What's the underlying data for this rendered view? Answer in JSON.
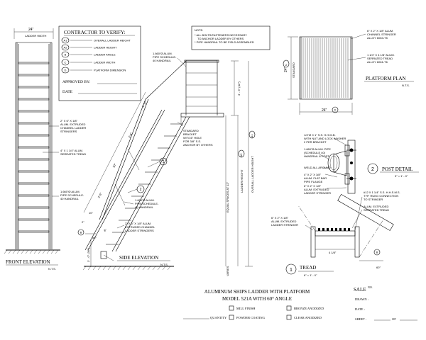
{
  "verify_box": {
    "title": "CONTRACTOR TO VERIFY:",
    "items": [
      {
        "tag": "A1",
        "label": "OVERALL LADDER HEIGHT"
      },
      {
        "tag": "A2",
        "label": "LADDER HEIGHT"
      },
      {
        "tag": "B",
        "label": "LADDER ANGLE"
      },
      {
        "tag": "C",
        "label": "LADDER WIDTH"
      },
      {
        "tag": "D",
        "label": "PLATFORM DIMENSION"
      }
    ],
    "approved_label": "APPROVED BY:",
    "date_label": "DATE"
  },
  "note": {
    "title": "NOTE:",
    "lines": [
      "* ALL BOLTS/FASTENERS NECESSARY",
      "TO ANCHOR LADDER BY OTHERS",
      "* PIPE HANDRAIL TO BE FIELD ASSEMBLED"
    ]
  },
  "front_elevation": {
    "title": "FRONT ELEVATION",
    "scale": "N.T.S.",
    "width_dim": "24\"",
    "ladder_width_label": "LADDER WIDTH",
    "callouts": [
      "2\" X 6\" X 1/8\"",
      "ALUM. EXTRUDED",
      "CHANNEL LADDER",
      "STRINGERS",
      "4\" X 1 1/4\" ALUM.",
      "SERRATED TREAD",
      "1.660\"Ø ALUM.",
      "PIPE SCHEDULE-",
      "40 HANDRAIL"
    ]
  },
  "side_elevation": {
    "title": "SIDE ELEVATION",
    "scale": "N.T.S.",
    "top_callout": [
      "1.660\"Ø ALUM.",
      "PIPE SCHEDULE-",
      "40 HANDRAIL"
    ],
    "bracket_callout": [
      "STANDARD",
      "BRACKET",
      "W/7/16\" HOLE",
      "FOR 3/8\" S.S.",
      "ANCHOR BY OTHERS"
    ],
    "mid_callout": [
      "1.660\"Ø ALUM.",
      "PIPE SCHEDULE-",
      "40 HANDRAIL"
    ],
    "bottom_callout": [
      "2\" X 6\" X 1/8\" ALUM.",
      "EXTRUDED CHANNEL",
      "LADDER STRINGERS"
    ],
    "dims": {
      "top_rail": "3' - 6\" (42\")",
      "equal_spaces": "EQUAL SPACES AT 12\"",
      "ladder_height": "LADDER HEIGHT",
      "overall_height": "OVERALL LADDER HEIGHT",
      "varies": "VARIES",
      "bottom": "3' - 0\" (36\")",
      "diag_top": "1'-10\"",
      "diag_a": "2'-6\"",
      "diag_b": "30\"",
      "diag_c": "3'-6\"",
      "angle": "60°",
      "tread_run": "2\"",
      "base_a": "10\"",
      "base_b": "8\""
    },
    "tags": {
      "detail1": "1",
      "detail2": "2",
      "angle": "B",
      "ladder_height": "A2",
      "overall": "A1"
    }
  },
  "platform_plan": {
    "title": "PLATFORM PLAN",
    "scale": "N.T.S.",
    "callout_top": [
      "6\" X 2\" X 1/8\" ALUM.",
      "CHANNEL STRINGER",
      "ALLOY 6063-T5"
    ],
    "callout_mid": [
      "1 1/4\" X 4 1/8\" ALUM.",
      "SERRATED TREAD",
      "ALLOY 6061-T6"
    ],
    "standard": "STANDARD",
    "depth_dim": "24\"",
    "depth_tag": "C",
    "width_dim": "24\"",
    "width_tag": "D"
  },
  "post_detail": {
    "title": "POST DETAIL",
    "scale": "3\" = 1' - 0\"",
    "number": "2",
    "callouts": [
      "1/4\"Ø X 1\" S.S. H.H.M.B.",
      "WITH NUT AND LOCK WASHER",
      "2 PER BRACKET",
      "1.660\"Ø ALUM. PIPE",
      "(SCHEDULE 40)",
      "HANDRAIL & POST",
      "WELD ALL AROUND",
      "4\" X 2\" X 3/8\"",
      "ALUM. FLAT BAR",
      "PIPE FLANGE",
      "6\" X 2\" X 1/8\"",
      "ALUM. EXTRUDED",
      "LADDER STRINGER"
    ]
  },
  "tread_detail": {
    "title": "TREAD",
    "scale": "6\" = 1' - 0\"",
    "number": "1",
    "callout_left": [
      "6\" X 2\" X 1/8\"",
      "ALUM. EXTRUDED",
      "LADDER STRINGER"
    ],
    "callout_right": [
      "#12 X 1 1/4\" S.S. H.H.S.M.S.",
      "TYP. RUNG CONNECTION",
      "TO STRINGER",
      "ALUM. EXTRUDED",
      "SERRATED TREAD"
    ],
    "width_dim": "4 1/8\"",
    "angle": "60°",
    "angle_tag": "B"
  },
  "title_block": {
    "title_line1": "ALUMINUM SHIPS LADDER WITH PLATFORM",
    "title_line2": "MODEL 521A WITH 60° ANGLE",
    "quantity_label": "QUANTITY",
    "options": [
      "MILL FINISH",
      "BRONZE ANODIZED",
      "POWDER COATING",
      "CLEAR ANODIZED"
    ],
    "sale_label": "SALE",
    "sale_no": "NO.",
    "drawn_label": "DRAWN :",
    "date_label": "DATE :",
    "sheet_label": "SHEET :",
    "of_label": "OF"
  }
}
